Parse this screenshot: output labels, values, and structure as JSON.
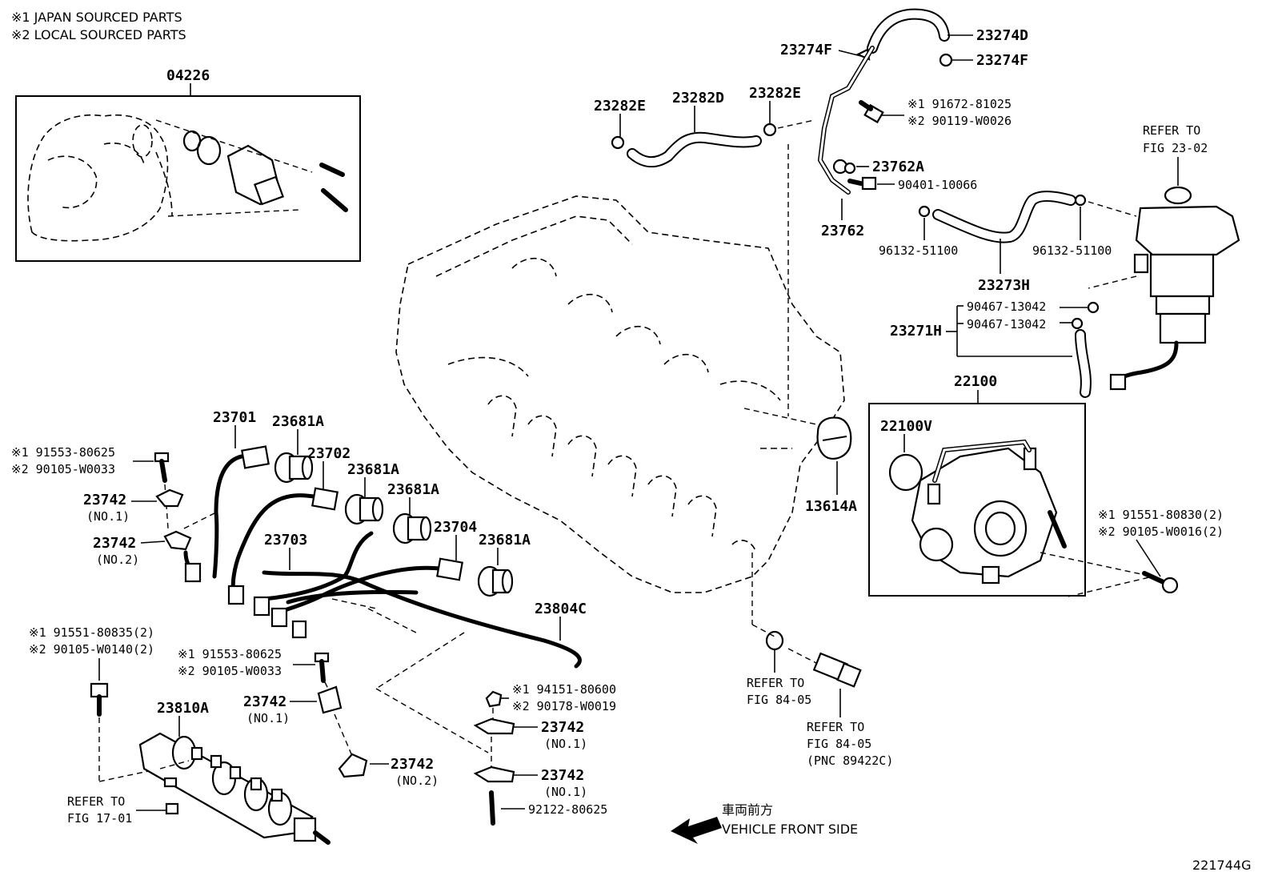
{
  "notes": {
    "japan": "※1 JAPAN SOURCED PARTS",
    "local": "※2 LOCAL SOURCED PARTS"
  },
  "figure_id": "221744G",
  "front_side": {
    "jp": "車両前方",
    "en": "VEHICLE FRONT SIDE"
  },
  "labels": {
    "p04226": "04226",
    "p23274D": "23274D",
    "p23274F_a": "23274F",
    "p23274F_b": "23274F",
    "p23282E_a": "23282E",
    "p23282D": "23282D",
    "p23282E_b": "23282E",
    "p91672": "※1 91672-81025",
    "p90119": "※2 90119-W0026",
    "p23762A": "23762A",
    "p90401": "90401-10066",
    "p23762": "23762",
    "p96132a": "96132-51100",
    "p96132b": "96132-51100",
    "p23273H": "23273H",
    "p90467a": "90467-13042",
    "p90467b": "90467-13042",
    "p23271H": "23271H",
    "refer2302a": "REFER TO",
    "refer2302b": "FIG 23-02",
    "p22100": "22100",
    "p22100V": "22100V",
    "p13614A": "13614A",
    "p91551_830": "※1 91551-80830(2)",
    "p90105_16": "※2 90105-W0016(2)",
    "p23701": "23701",
    "p23681A_1": "23681A",
    "p23702": "23702",
    "p23681A_2": "23681A",
    "p23681A_3": "23681A",
    "p23704": "23704",
    "p23681A_4": "23681A",
    "p23703": "23703",
    "p23804C": "23804C",
    "p91553_a": "※1 91553-80625",
    "p90105_33a": "※2 90105-W0033",
    "p23742_1": "23742",
    "no1_a": "(NO.1)",
    "p23742_2": "23742",
    "no2_a": "(NO.2)",
    "p91551_835": "※1 91551-80835(2)",
    "p90105_140": "※2 90105-W0140(2)",
    "p91553_b": "※1 91553-80625",
    "p90105_33b": "※2 90105-W0033",
    "p23742_3": "23742",
    "no1_b": "(NO.1)",
    "p23810A": "23810A",
    "p23742_4": "23742",
    "no2_b": "(NO.2)",
    "p94151": "※1 94151-80600",
    "p90178": "※2 90178-W0019",
    "p23742_5": "23742",
    "no1_c": "(NO.1)",
    "p23742_6": "23742",
    "no1_d": "(NO.1)",
    "p92122": "92122-80625",
    "refer1701a": "REFER TO",
    "refer1701b": "FIG 17-01",
    "refer8405a": "REFER TO",
    "refer8405b": "FIG 84-05",
    "refer8405c": "REFER TO",
    "refer8405d": "FIG 84-05",
    "pnc": "(PNC 89422C)"
  }
}
